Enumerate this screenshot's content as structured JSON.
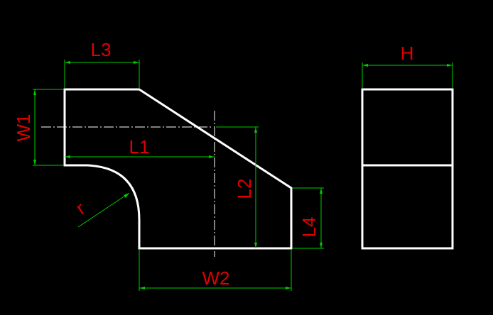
{
  "colors": {
    "background": "#000000",
    "outline": "#ffffff",
    "dimension_line": "#00cc00",
    "label": "#e00000"
  },
  "labels": {
    "l3": "L3",
    "w1": "W1",
    "l1": "L1",
    "l2": "L2",
    "r": "r",
    "l4": "L4",
    "w2": "W2",
    "h": "H"
  }
}
